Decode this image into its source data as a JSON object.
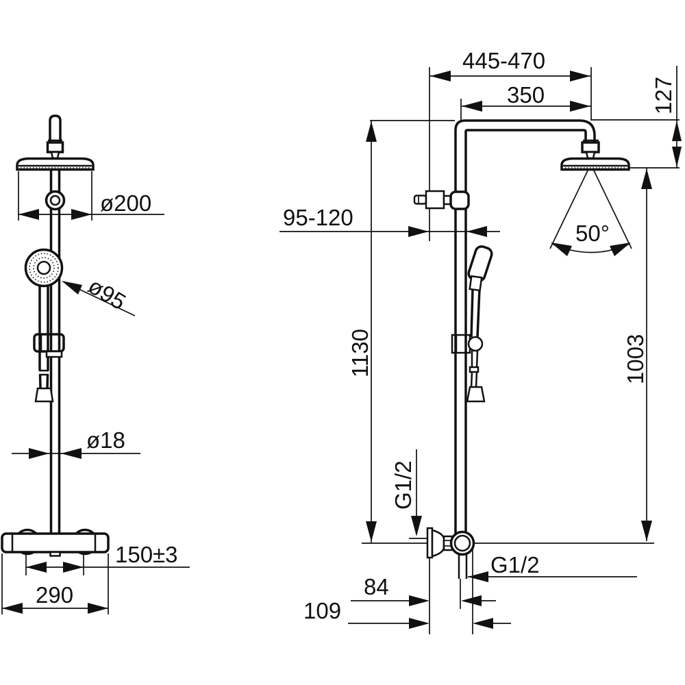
{
  "style": {
    "line_color": "#111111",
    "background": "#ffffff"
  },
  "labels": {
    "arm_reach_range": "445-470",
    "arm_length": "350",
    "head_drop": "127",
    "wall_to_riser_range": "95-120",
    "riser_total_height": "1130",
    "head_face_height": "1003",
    "spray_angle": "50°",
    "supply_thread": "G1/2",
    "outlet_thread": "G1/2",
    "wall_to_outlet": "84",
    "wall_to_front": "109",
    "overhead_diameter": "ø200",
    "handshower_diameter": "ø95",
    "pipe_diameter": "ø18",
    "inlet_spacing": "150±3",
    "mixer_width": "290"
  }
}
